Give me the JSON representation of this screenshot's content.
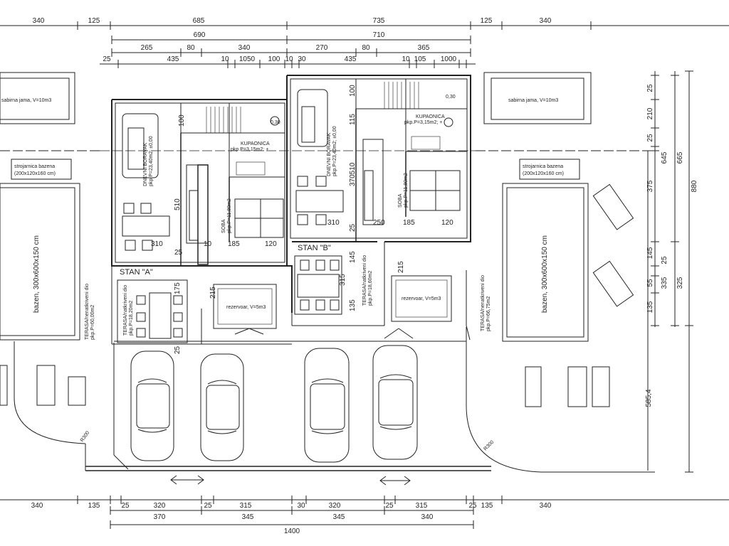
{
  "dims": {
    "top1": [
      "340",
      "125",
      "685",
      "735",
      "125",
      "340"
    ],
    "top2": [
      "690",
      "710"
    ],
    "top3": [
      "265",
      "80",
      "340",
      "270",
      "80",
      "365"
    ],
    "top4": [
      "25",
      "435",
      "10",
      "1050",
      "100",
      "10",
      "30",
      "435",
      "10",
      "105",
      "1000"
    ],
    "bottom1": [
      "340",
      "135",
      "25",
      "320",
      "25",
      "315",
      "30",
      "320",
      "25",
      "315",
      "25",
      "135",
      "340"
    ],
    "bottom2": [
      "370",
      "345",
      "345",
      "340"
    ],
    "bottom3": "1400",
    "right": [
      "25",
      "210",
      "25",
      "645",
      "375",
      "145",
      "25",
      "55",
      "135",
      "335",
      "325"
    ],
    "right_total": [
      "665",
      "880",
      "585,4"
    ]
  },
  "interior": {
    "a_living_name": "DNEVNI BORAVAK",
    "a_living_area": "pkp.P=23,40m2; ±0,00",
    "a_bath_name": "KUPAONICA",
    "a_bath_area": "pkp.P=3,15m2; +",
    "a_bed_name": "SOBA",
    "a_bed_area": "pkp.P=11,80m2",
    "b_living_name": "DNEVNI BORAVAK",
    "b_living_area": "pkp.P=23,40m2; ±0,00",
    "b_bath_name": "KUPAONICA",
    "b_bath_area": "pkp.P=3,15m2; +",
    "b_bed_name": "SOBA",
    "b_bed_area": "pkp.P=11,80m2",
    "stan_a": "STAN \"A\"",
    "stan_b": "STAN \"B\"",
    "terasa_a_name": "TERASA/natkriveni dio",
    "terasa_a_area": "pkp.P=18,20m2",
    "terasa_b_name": "TERASA/natkriveni dio",
    "terasa_b_area": "pkp.P=18,60m2",
    "terasa_left_name": "TERASA/nenatkriveni dio",
    "terasa_left_area": "pkp.P=60,00m2",
    "terasa_right_name": "TERASA/nenatkriveni dio",
    "terasa_right_area": "pkp.P=66,75m2",
    "pool_left": "bazen, 300x600x150 cm",
    "pool_right": "bazen, 300x600x150 cm",
    "tank_left": "rezervoar, V=5m3",
    "tank_right": "rezervoar, V=5m3",
    "septic_left": "sabirna jama, V=10m3",
    "septic_right": "sabirna jama, V=10m3",
    "machine_left_1": "strojarnica bazena",
    "machine_left_2": "(200x120x160 cm)",
    "machine_right_1": "strojarnica bazena",
    "machine_right_2": "(200x120x160 cm)",
    "radius_left": "R300",
    "radius_right": "R300",
    "n_510": "510",
    "n_100a": "100",
    "n_030a": "0,30",
    "n_310a": "310",
    "n_25a": "25",
    "n_10a": "10",
    "n_185a": "185",
    "n_120a": "120",
    "n_175": "175",
    "n_215a": "215",
    "n_25b": "25",
    "n_100b": "100",
    "n_115": "115",
    "n_030b": "0,30",
    "n_370510": "370510",
    "n_310b": "310",
    "n_25c": "25",
    "n_250": "250",
    "n_185b": "185",
    "n_120b": "120",
    "n_145": "145",
    "n_315": "315",
    "n_135": "135",
    "n_215b": "215"
  }
}
